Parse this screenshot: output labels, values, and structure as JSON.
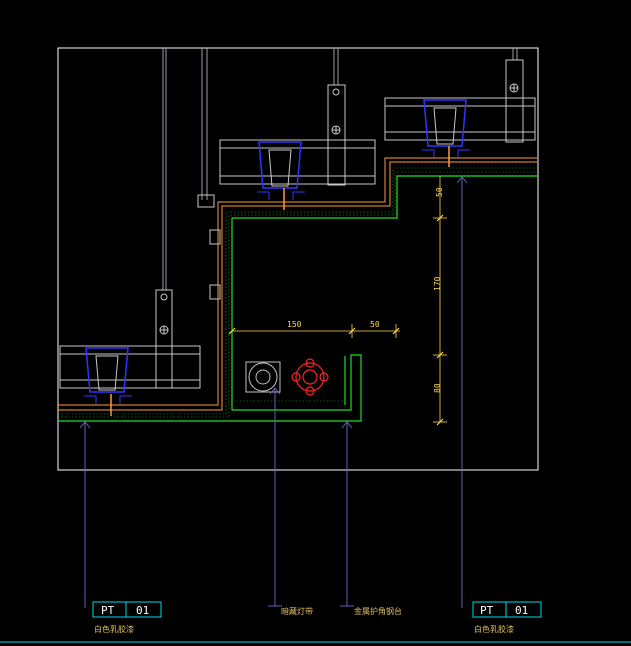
{
  "drawing": {
    "background": "#000000",
    "colors": {
      "frame": "#ffffff",
      "bottom_line": "#00d8e8",
      "rod": "#9aa0a6",
      "channel": "#c8c8c8",
      "bracket": "#3333ff",
      "board_green": "#22dd22",
      "board_orange": "#ff9a3c",
      "leader": "#6a6ad0",
      "dimension": "#ffd84a",
      "lamp_white": "#bfbfbf",
      "lamp_red": "#ff2020",
      "tag_box": "#00d8e8"
    }
  },
  "dimensions": {
    "horizontal": [
      "150",
      "50"
    ],
    "vertical": [
      "50",
      "170",
      "80"
    ]
  },
  "tags": [
    {
      "code": "PT",
      "number": "01",
      "note": "白色乳胶漆"
    },
    {
      "code": "PT",
      "number": "01",
      "note": "白色乳胶漆"
    }
  ],
  "notes": {
    "lamp": "暗藏灯带",
    "trim": "金属护角钢台"
  }
}
